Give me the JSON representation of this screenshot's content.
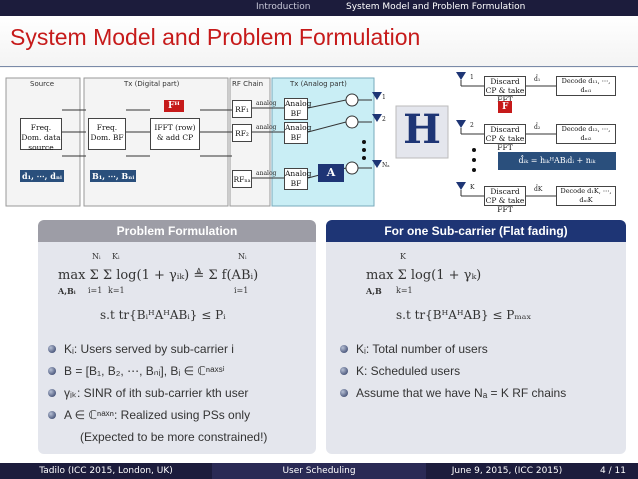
{
  "nav": {
    "item1": "Introduction",
    "item2": "System Model and Problem Formulation"
  },
  "title": "System Model and Problem Formulation",
  "diagram": {
    "source_label": "Source",
    "tx_digital_label": "Tx (Digital part)",
    "rf_chain_label": "RF Chain",
    "tx_analog_label": "Tx (Analog part)",
    "freq_dom_data": "Freq. Dom. data source",
    "freq_dom_bf": "Freq. Dom. BF",
    "ifft": "IFFT (row) & add CP",
    "f_h": "Fᴴ",
    "rf1": "RF₁",
    "rf2": "RF₂",
    "rfna": "RFₙₐ",
    "analog_bf": "Analog BF",
    "analog": "analog",
    "a_box": "A",
    "h_big": "H",
    "d_vec": "d₁, ⋯, dₙᵢ",
    "b_vec": "B₁, ⋯, Bₙᵢ",
    "discard1": "Discard CP & take FFT",
    "discard2": "Discard CP & take FFT",
    "discardk": "Discard CP & take FFT",
    "f_box": "F",
    "decode1": "Decode d₁₁, ⋯, dₙᵢ₁",
    "decode2": "Decode d₁₂, ⋯, dₙᵢ₂",
    "decodek": "Decode d₁K, ⋯, dₙᵢK",
    "eqn": "d̂ᵢₖ = hᵢₖᴴABᵢdᵢ + nᵢₖ",
    "num1": "1",
    "num2": "2",
    "numK": "K",
    "numN": "N",
    "ports": [
      "1",
      "2",
      "Nₐ"
    ],
    "d_sub1": "d̂₁",
    "d_sub2": "d̂₂",
    "d_subk": "d̂K"
  },
  "left_block": {
    "heading": "Problem Formulation",
    "objective": "max Σ Σ log(1 + γᵢₖ) ≜ Σ f(ABᵢ)",
    "max_under": "A,Bᵢ",
    "sum_top1": "Nᵢ",
    "sum_bot1": "i=1",
    "sum_top2": "Kᵢ",
    "sum_bot2": "k=1",
    "sum_top3": "Nᵢ",
    "sum_bot3": "i=1",
    "constraint": "s.t tr{BᵢᴴAᴴABᵢ} ≤ Pᵢ",
    "bullets": [
      "Kᵢ: Users served by sub-carrier i",
      "B = [B₁, B₂, ⋯, Bₙᵢ], Bᵢ ∈ ℂⁿᵃˣˢⁱ",
      "γᵢₖ: SINR of ith sub-carrier kth user",
      "A ∈ ℂⁿᵃˣⁿ: Realized using PSs only"
    ],
    "note": "(Expected to be more constrained!)"
  },
  "right_block": {
    "heading": "For one Sub-carrier (Flat fading)",
    "objective": "max Σ log(1 + γₖ)",
    "max_under": "A,B",
    "sum_top": "K",
    "sum_bot": "k=1",
    "constraint": "s.t tr{BᴴAᴴAB} ≤ Pₘₐₓ",
    "bullets": [
      "Kᵢ: Total number of users",
      "K: Scheduled users",
      "Assume that we have Nₐ = K RF chains"
    ]
  },
  "footer": {
    "left": "Tadilo (ICC 2015, London, UK)",
    "center": "User Scheduling",
    "right": "June 9, 2015, (ICC 2015)",
    "page": "4 / 11"
  },
  "colors": {
    "title": "#c61a1a",
    "nav": "#1c1c3c",
    "block_blue": "#1e3575",
    "block_gray": "#9d9da6"
  }
}
